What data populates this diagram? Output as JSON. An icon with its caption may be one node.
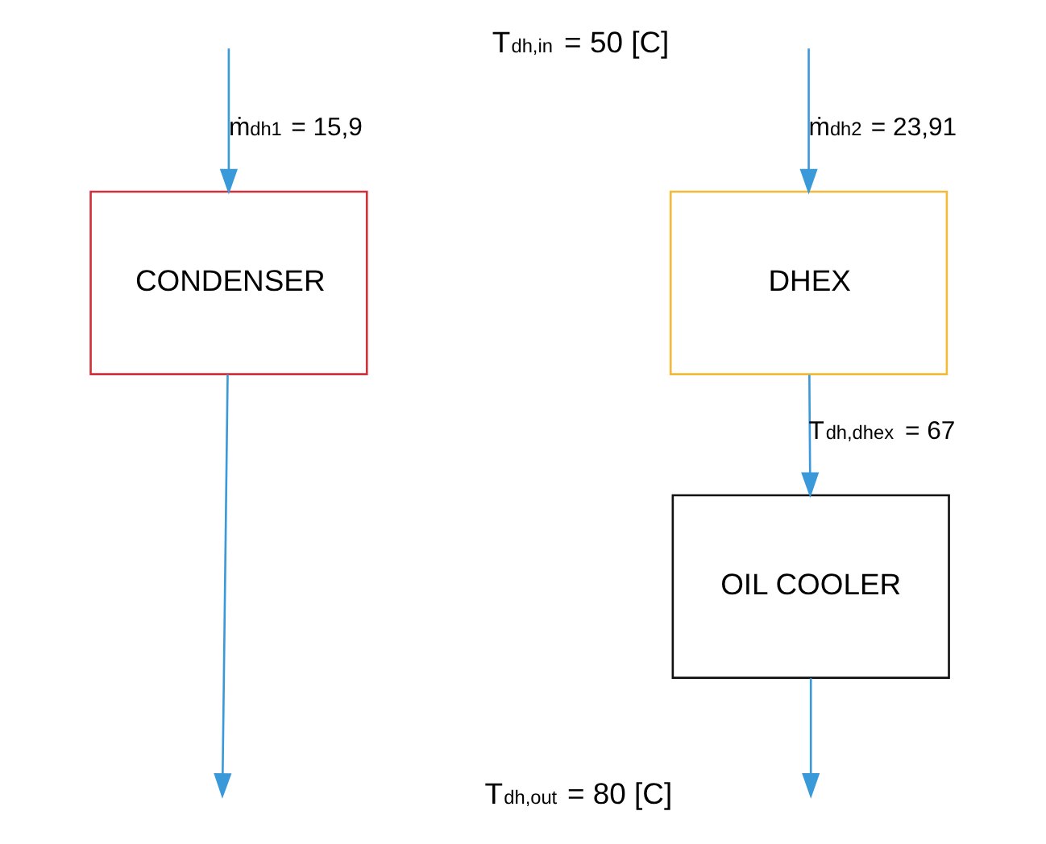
{
  "diagram": {
    "nodes": [
      {
        "text": [
          "DHEX"
        ]
      },
      {
        "text": [
          "CONDENSER"
        ]
      },
      {
        "text": [
          "OIL COOLER"
        ]
      }
    ],
    "edges": [
      {
        "from": 1,
        "to": null,
        "arrow": "to"
      },
      {
        "from": null,
        "to": 0,
        "arrow": "to",
        "label": "ṁ$_{dh2}$ = 23,91"
      },
      {
        "from": 0,
        "to": 2,
        "arrow": "to",
        "label": "T$_{dh,dhex}$ = 67"
      },
      {
        "from": null,
        "to": 1,
        "arrow": "to",
        "label": "ṁ$_{dh1}$ = 15,9"
      },
      {
        "from": 2,
        "to": null,
        "arrow": "to"
      }
    ],
    "labels": [
      "T$_{dh,in}$ = 50 [C]",
      "T$_{dh,out}$ = 80 [C]"
    ]
  }
}
